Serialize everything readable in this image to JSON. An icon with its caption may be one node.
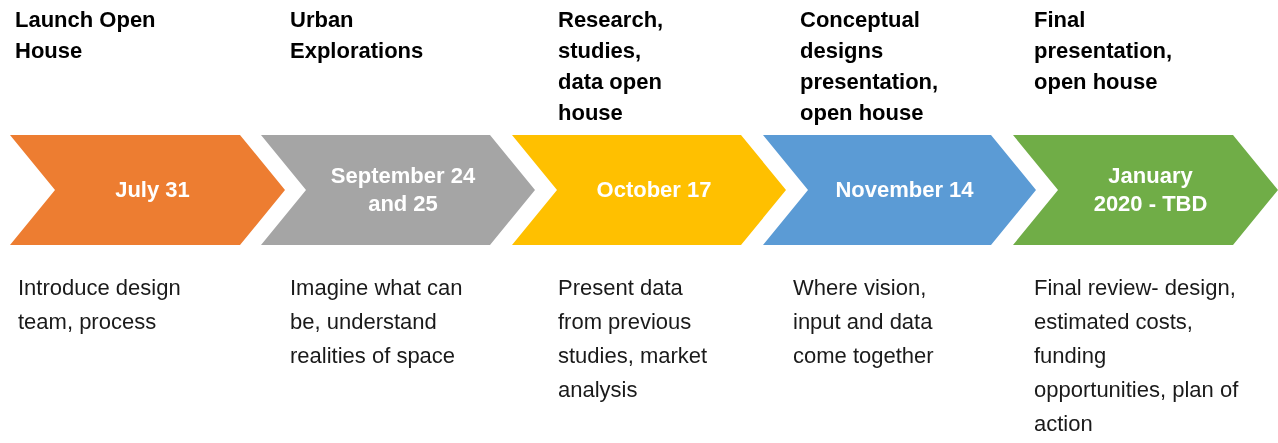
{
  "diagram": {
    "nodes": [
      {
        "text": [
          "Launch Open House",
          "July 31"
        ],
        "beside": [
          "Introduce design team, process"
        ]
      },
      {
        "text": [
          "Urban Explorations",
          "September 24 and 25"
        ],
        "beside": [
          "Imagine what can be, understand realities of space"
        ]
      },
      {
        "text": [
          "Research, studies, data open house",
          "October 17"
        ],
        "beside": [
          "Present data from previous studies, market analysis"
        ]
      },
      {
        "text": [
          "Conceptual designs presentation, open house",
          "November 14"
        ],
        "beside": [
          "Where vision, input and data come together"
        ]
      },
      {
        "text": [
          "Final presentation, open house",
          "January 2020 - TBD"
        ],
        "beside": [
          "Final review- design, estimated costs, funding opportunities, plan of action"
        ]
      }
    ]
  }
}
